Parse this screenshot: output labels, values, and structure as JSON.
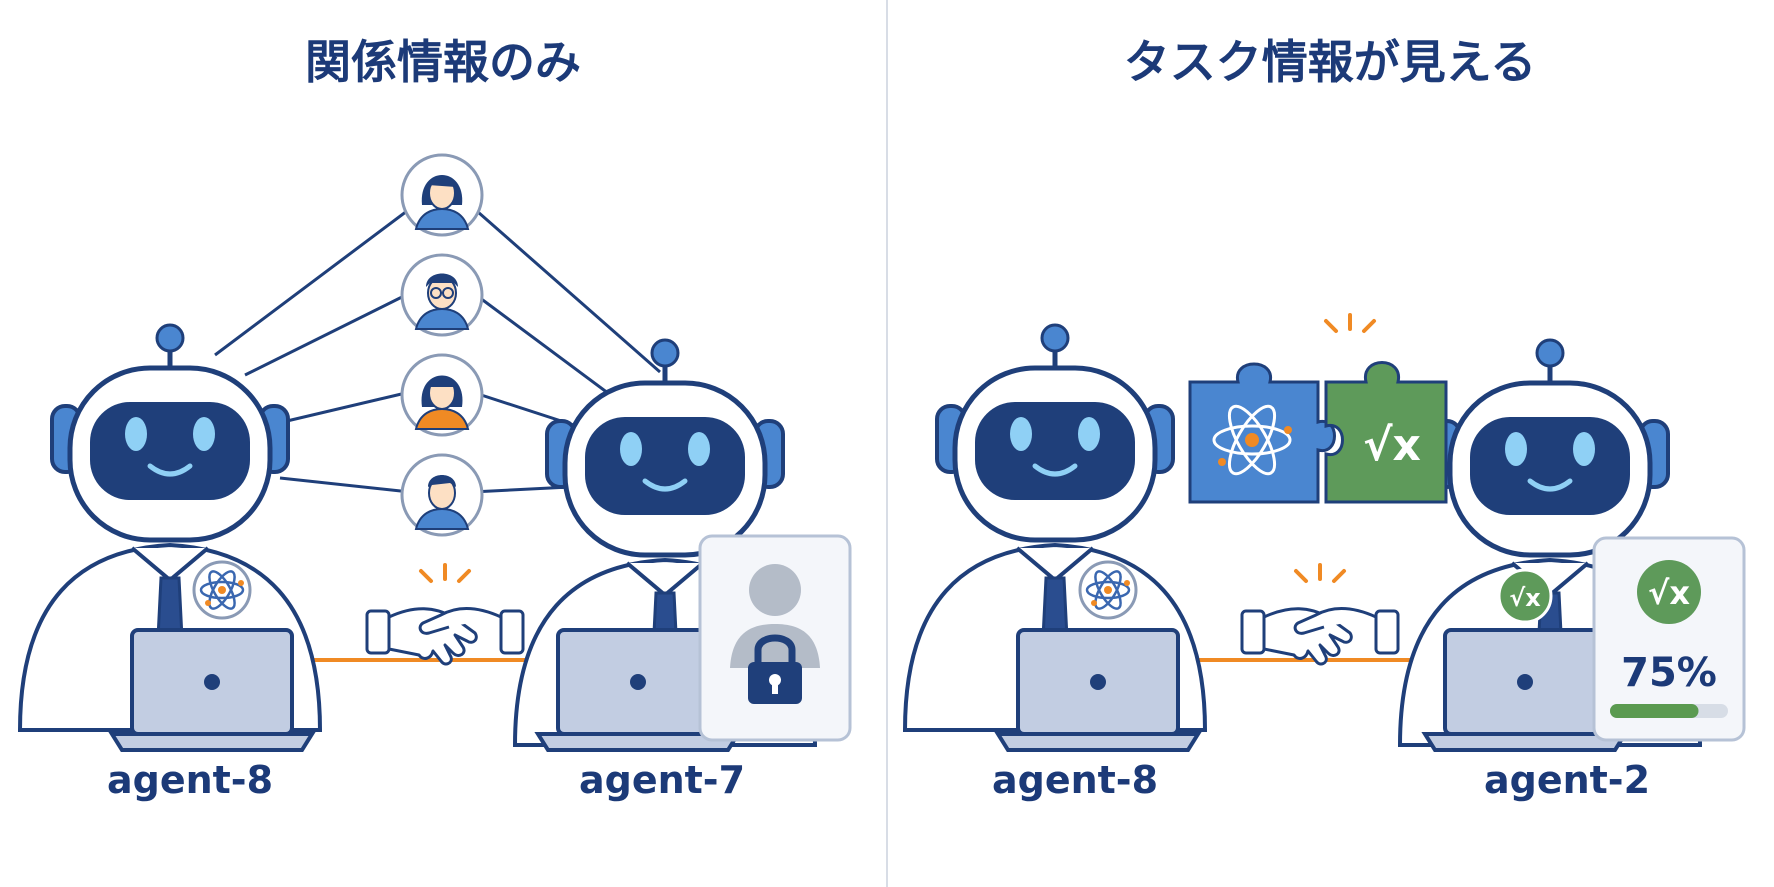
{
  "panels": {
    "left": {
      "title": "関係情報のみ",
      "agent_left": "agent-8",
      "agent_right": "agent-7",
      "contacts": [
        "woman-avatar",
        "man-glasses-avatar",
        "woman-orange-avatar",
        "man-avatar"
      ]
    },
    "right": {
      "title": "タスク情報が見える",
      "agent_left": "agent-8",
      "agent_right": "agent-2",
      "puzzle_left_icon": "atom-icon",
      "puzzle_right_text": "√x",
      "badge_text": "√x",
      "progress": {
        "label": "75%",
        "fraction": 0.75
      }
    }
  },
  "icons": {
    "left_lock": "lock-icon",
    "left_person": "person-silhouette-icon",
    "emblem": "atom-icon",
    "handshake": "handshake-icon"
  },
  "colors": {
    "navy": "#1c3a78",
    "accent_orange": "#f08a24",
    "puzzle_blue": "#4a86d0",
    "puzzle_green": "#5e9a5a",
    "progress_green": "#5a9a50",
    "robot_face": "#1f3f7a",
    "robot_eye": "#8fd0f5"
  }
}
